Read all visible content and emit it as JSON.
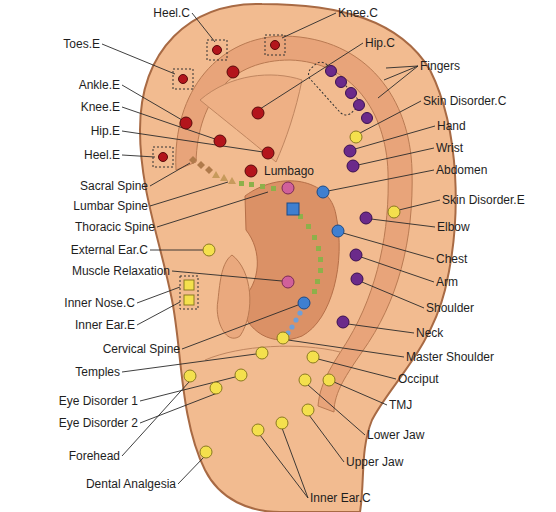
{
  "diagram": {
    "labels": [
      "Heel.C",
      "Knee.C",
      "Hip.C",
      "Toes.E",
      "Fingers",
      "Ankle.E",
      "Skin Disorder.C",
      "Knee.E",
      "Hand",
      "Hip.E",
      "Wrist",
      "Heel.E",
      "Lumbago",
      "Abdomen",
      "Sacral Spine",
      "Skin Disorder.E",
      "Lumbar Spine",
      "Elbow",
      "Thoracic Spine",
      "Chest",
      "External Ear.C",
      "Arm",
      "Muscle Relaxation",
      "Shoulder",
      "Inner Nose.C",
      "Inner Ear.E",
      "Neck",
      "Cervical Spine",
      "Master Shoulder",
      "Occiput",
      "Temples",
      "TMJ",
      "Eye Disorder 1",
      "Eye Disorder 2",
      "Lower Jaw",
      "Forehead",
      "Upper Jaw",
      "Dental Analgesia",
      "Inner Ear.C"
    ]
  }
}
